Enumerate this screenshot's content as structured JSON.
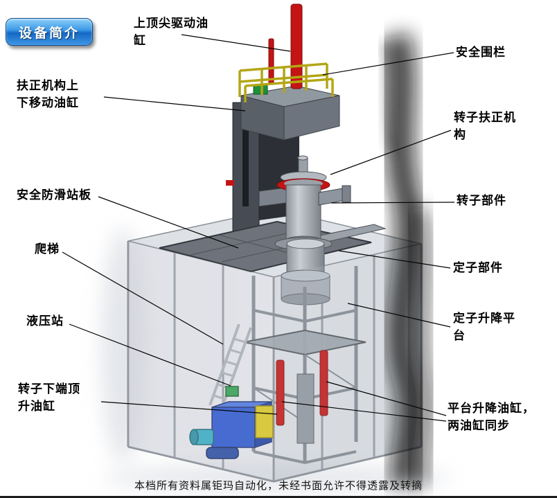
{
  "badge": {
    "label": "设备简介"
  },
  "footer": {
    "text": "本档所有资料属钜玛自动化，未经书面允许不得透露及转摘"
  },
  "colors": {
    "badge_blue": "#1468c4",
    "cylinder_red": "#c41414",
    "railing_yellow": "#b3a616",
    "hydraulic_blue": "#2a55cc",
    "frame_grey": "#9aa1a9"
  },
  "labels": [
    {
      "id": "top-drive-cylinder",
      "text": "上顶尖驱动油\n缸"
    },
    {
      "id": "safety-fence",
      "text": "安全围栏"
    },
    {
      "id": "centering-move-cylinder",
      "text": "扶正机构上\n下移动油缸"
    },
    {
      "id": "rotor-centering-mech",
      "text": "转子扶正机\n构"
    },
    {
      "id": "anti-slip-plate",
      "text": "安全防滑站板"
    },
    {
      "id": "ladder",
      "text": "爬梯"
    },
    {
      "id": "rotor-part",
      "text": "转子部件"
    },
    {
      "id": "stator-part",
      "text": "定子部件"
    },
    {
      "id": "hydraulic-station",
      "text": "液压站"
    },
    {
      "id": "stator-lift-platform",
      "text": "定子升降平\n台"
    },
    {
      "id": "rotor-bottom-cylinder",
      "text": "转子下端顶\n升油缸"
    },
    {
      "id": "platform-lift-cylinders",
      "text": "平台升降油缸，\n两油缸同步"
    }
  ]
}
